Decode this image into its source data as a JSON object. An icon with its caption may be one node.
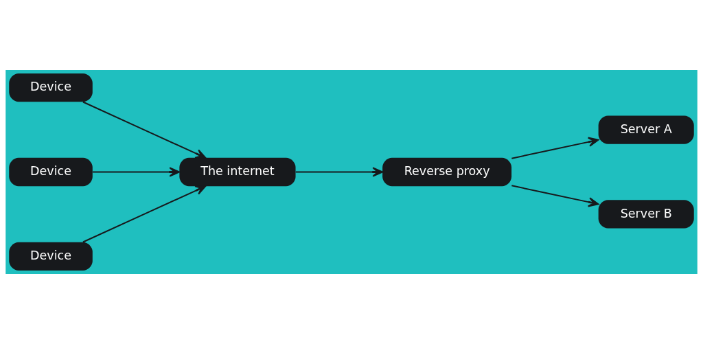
{
  "diagram": {
    "nodes": [
      {
        "text": [
          "Device"
        ]
      },
      {
        "text": [
          "Device"
        ]
      },
      {
        "text": [
          "Device"
        ]
      },
      {
        "text": [
          "The internet"
        ]
      },
      {
        "text": [
          "Reverse proxy"
        ]
      },
      {
        "text": [
          "Server A"
        ]
      },
      {
        "text": [
          "Server B"
        ]
      }
    ],
    "edges": [
      {
        "from": 0,
        "to": 3,
        "arrow": "to"
      },
      {
        "from": 1,
        "to": 3,
        "arrow": "to"
      },
      {
        "from": 2,
        "to": 3,
        "arrow": "to"
      },
      {
        "from": 3,
        "to": 4,
        "arrow": "to"
      },
      {
        "from": 4,
        "to": 5,
        "arrow": "to"
      },
      {
        "from": 4,
        "to": 6,
        "arrow": "to"
      }
    ]
  }
}
